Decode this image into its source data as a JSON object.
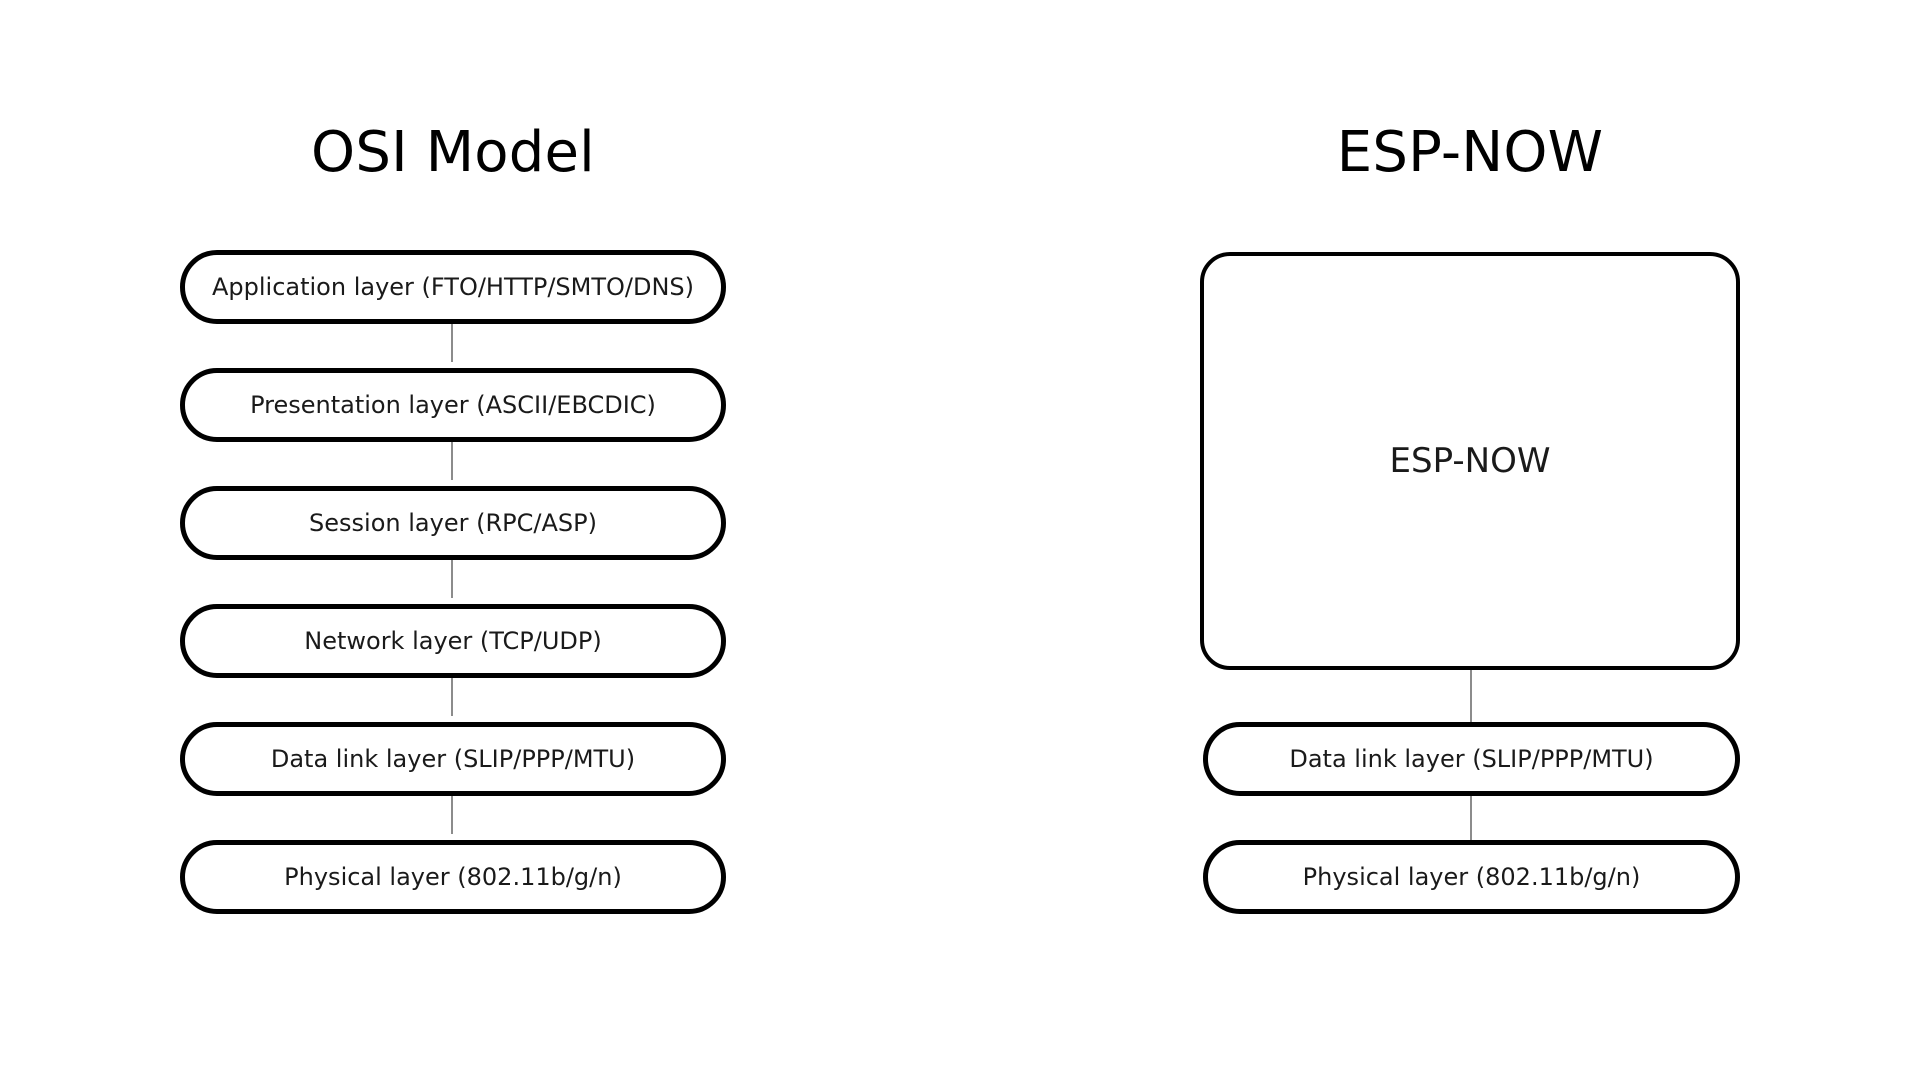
{
  "page": {
    "background_color": "#ffffff",
    "text_color": "#1a1a1a",
    "border_color": "#000000",
    "connector_color": "#8c8c8c"
  },
  "columns": {
    "left": {
      "title": "OSI Model",
      "layers": [
        {
          "label": "Application layer (FTO/HTTP/SMTO/DNS)"
        },
        {
          "label": "Presentation layer (ASCII/EBCDIC)"
        },
        {
          "label": "Session layer (RPC/ASP)"
        },
        {
          "label": "Network layer (TCP/UDP)"
        },
        {
          "label": "Data link layer (SLIP/PPP/MTU)"
        },
        {
          "label": "Physical layer (802.11b/g/n)"
        }
      ]
    },
    "right": {
      "title": "ESP-NOW",
      "block": {
        "label": "ESP-NOW"
      },
      "layers": [
        {
          "label": "Data link layer (SLIP/PPP/MTU)"
        },
        {
          "label": "Physical layer (802.11b/g/n)"
        }
      ]
    }
  }
}
